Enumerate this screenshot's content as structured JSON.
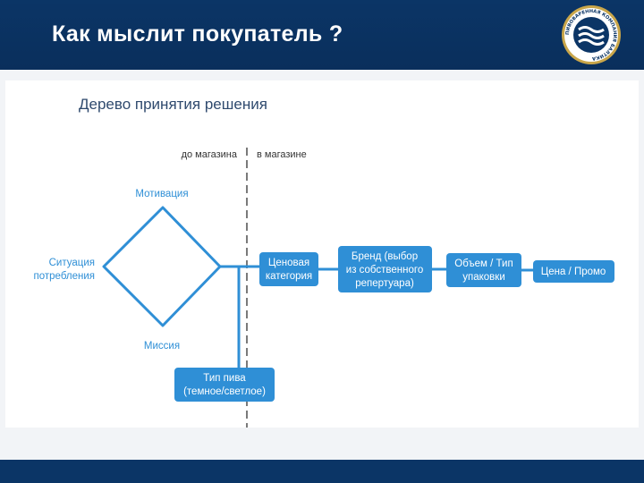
{
  "header": {
    "title": "Как мыслит покупатель ?",
    "logo_text": "ПИВОВАРЕННАЯ КОМПАНИЯ БАЛТИКА"
  },
  "diagram": {
    "title": "Дерево принятия решения",
    "divider_left": "до магазина",
    "divider_right": "в магазине",
    "nodes": {
      "motivation": "Мотивация",
      "situation": [
        "Ситуация",
        "потребления"
      ],
      "mission": "Миссия"
    },
    "boxes": {
      "beer_type": [
        "Тип пива",
        "(темное/светлое)"
      ],
      "price_category": [
        "Ценовая",
        "категория"
      ],
      "brand": [
        "Бренд (выбор",
        "из собственного",
        "репертуара)"
      ],
      "volume": [
        "Объем / Тип",
        "упаковки"
      ],
      "price_promo": [
        "Цена / Промо"
      ]
    },
    "colors": {
      "accent": "#2f8fd6",
      "header": "#0b3566"
    }
  }
}
